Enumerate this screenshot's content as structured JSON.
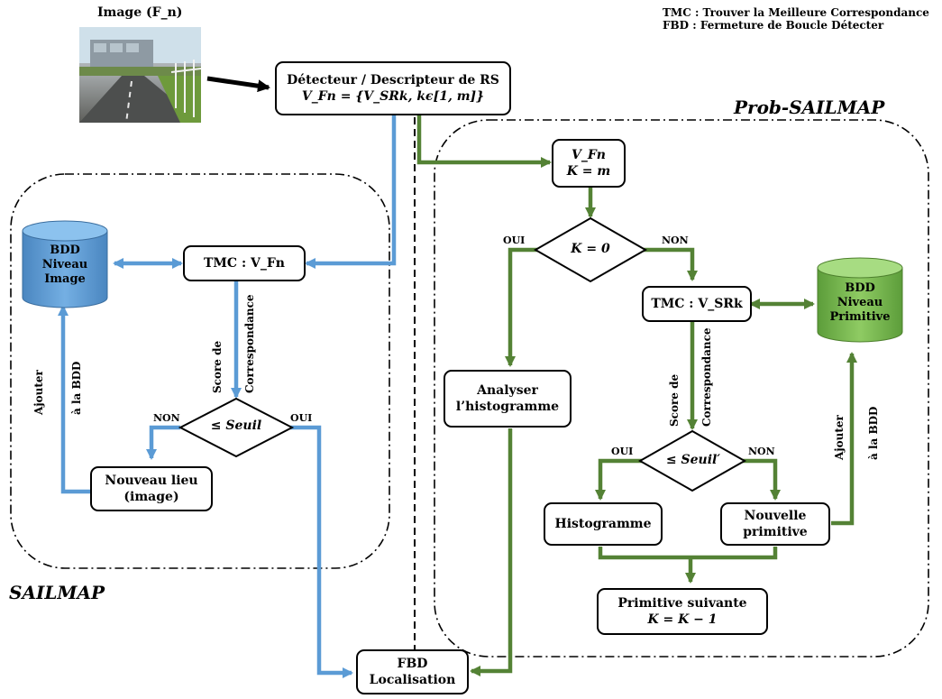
{
  "colors": {
    "blue": "#5b9bd5",
    "green": "#548235",
    "db_blue": "#5b9bd5",
    "db_green": "#70ad47"
  },
  "legend": {
    "tmc": "TMC : Trouver la Meilleure Correspondance",
    "fbd": "FBD : Fermeture de Boucle Détecter"
  },
  "image_label": "Image (F_n)",
  "regions": {
    "sailmap": "SAILMAP",
    "prob_sailmap": "Prob-SAILMAP"
  },
  "detector": {
    "line1": "Détecteur / Descripteur de RS",
    "line2": "V_Fn = {V_SRk,  kϵ[1, m]}"
  },
  "sailmap": {
    "db": [
      "BDD",
      "Niveau",
      "Image"
    ],
    "tmc": "TMC : V_Fn",
    "score": [
      "Score de",
      "Correspondance"
    ],
    "decision": "≤ Seuil",
    "non": "NON",
    "oui": "OUI",
    "new_place": [
      "Nouveau lieu",
      "(image)"
    ],
    "add": [
      "Ajouter",
      "à la BDD"
    ]
  },
  "prob": {
    "init": [
      "V_Fn",
      "K = m"
    ],
    "decision_k": "K = 0",
    "oui": "OUI",
    "non": "NON",
    "tmc": "TMC : V_SRk",
    "db": [
      "BDD",
      "Niveau",
      "Primitive"
    ],
    "score": [
      "Score de",
      "Correspondance"
    ],
    "decision": "≤ Seuil′",
    "oui2": "OUI",
    "non2": "NON",
    "analyser": [
      "Analyser",
      "l’histogramme"
    ],
    "histogramme": "Histogramme",
    "new_prim": [
      "Nouvelle",
      "primitive"
    ],
    "add": [
      "Ajouter",
      "à la BDD"
    ],
    "next": [
      "Primitive suivante",
      "K = K − 1"
    ]
  },
  "output": [
    "FBD",
    "Localisation"
  ]
}
